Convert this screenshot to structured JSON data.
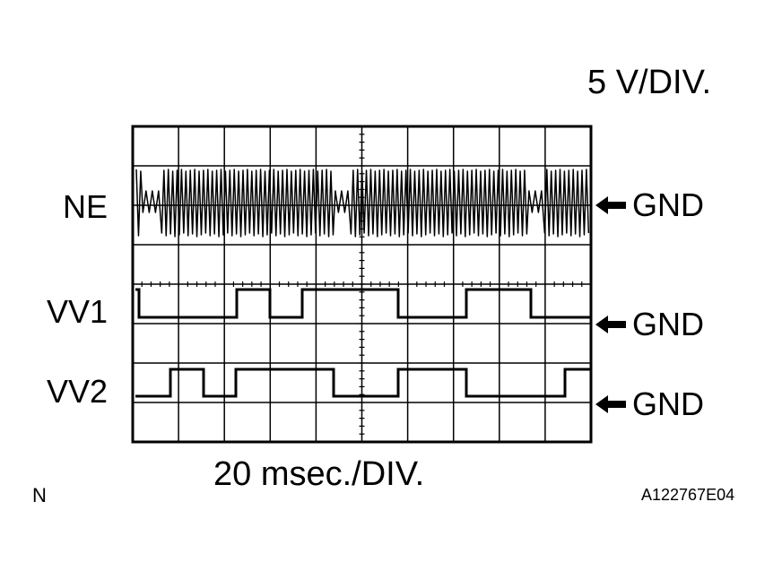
{
  "labels": {
    "volts_per_div": "5 V/DIV.",
    "time_per_div": "20 msec./DIV.",
    "corner_letter": "N",
    "figure_code": "A122767E04"
  },
  "channels": [
    {
      "name": "NE",
      "ground": "GND"
    },
    {
      "name": "VV1",
      "ground": "GND"
    },
    {
      "name": "VV2",
      "ground": "GND"
    }
  ],
  "colors": {
    "ink": "#000000",
    "background": "#ffffff"
  },
  "icons": {
    "ground_marker": "arrow-left-icon"
  }
}
